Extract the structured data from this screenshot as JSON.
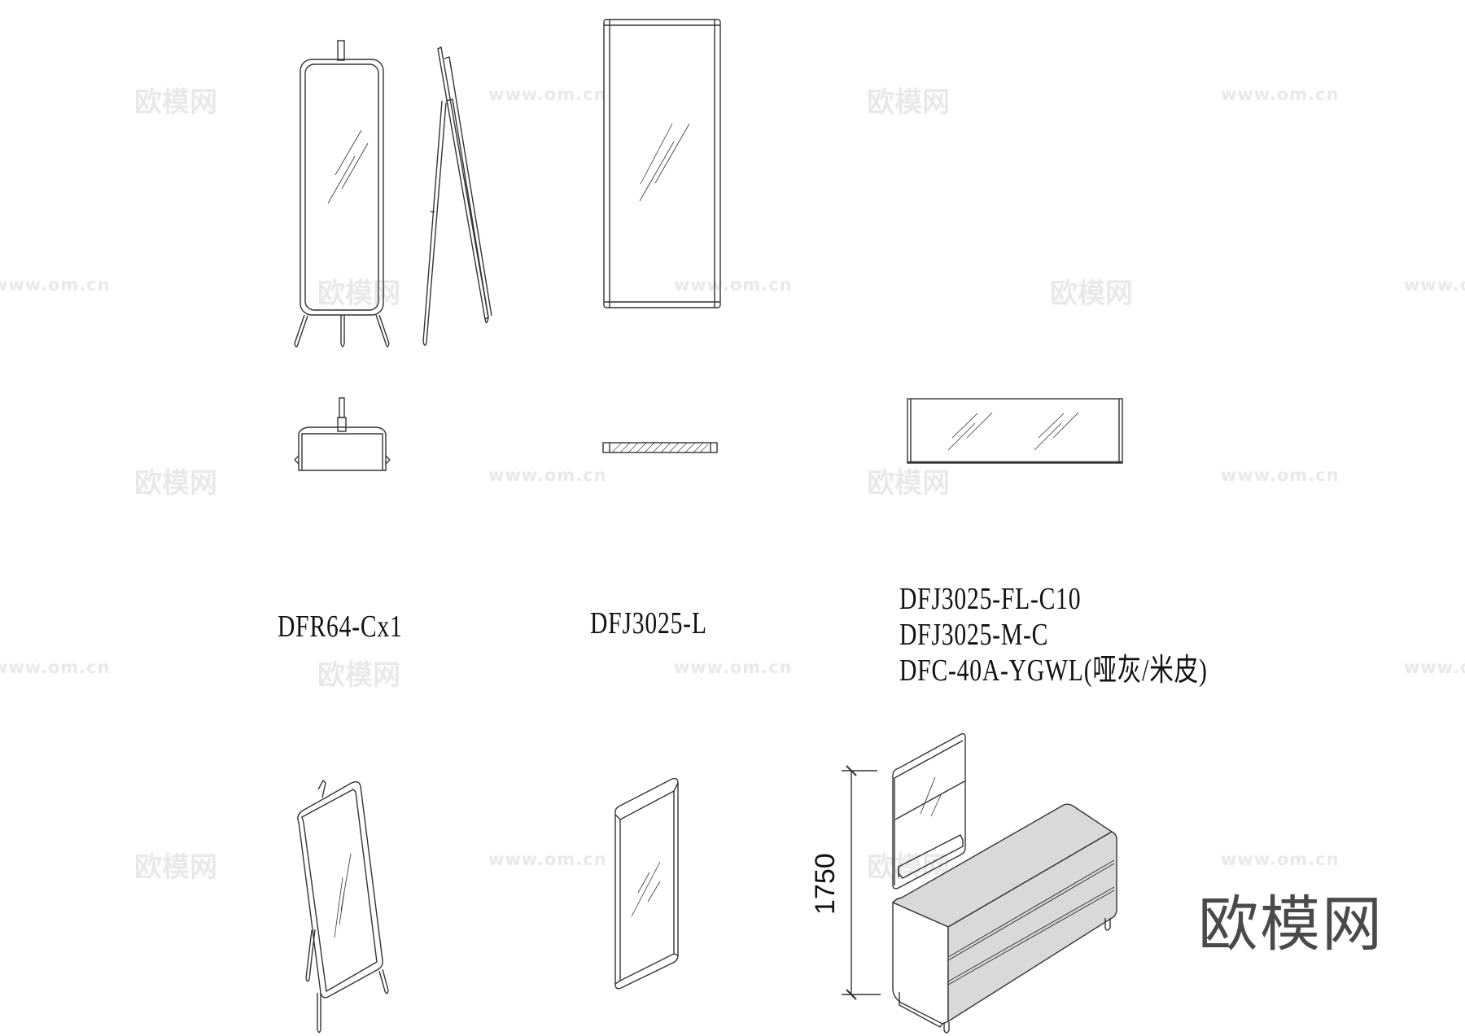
{
  "drawing": {
    "labels": {
      "standing_mirror": "DFR64-Cx1",
      "wall_mirror": "DFJ3025-L",
      "dresser_set": [
        "DFJ3025-FL-C10",
        "DFJ3025-M-C",
        "DFC-40A-YGWL(哑灰/米皮)"
      ]
    },
    "dimension": "1750",
    "brand_logo": "欧模网",
    "watermarks": {
      "cn": "欧模网",
      "url": "www.om.cn"
    },
    "colors": {
      "line": "#333333",
      "dresser_fill": "#d9d9d9",
      "brand": "#4a4a4a"
    }
  }
}
